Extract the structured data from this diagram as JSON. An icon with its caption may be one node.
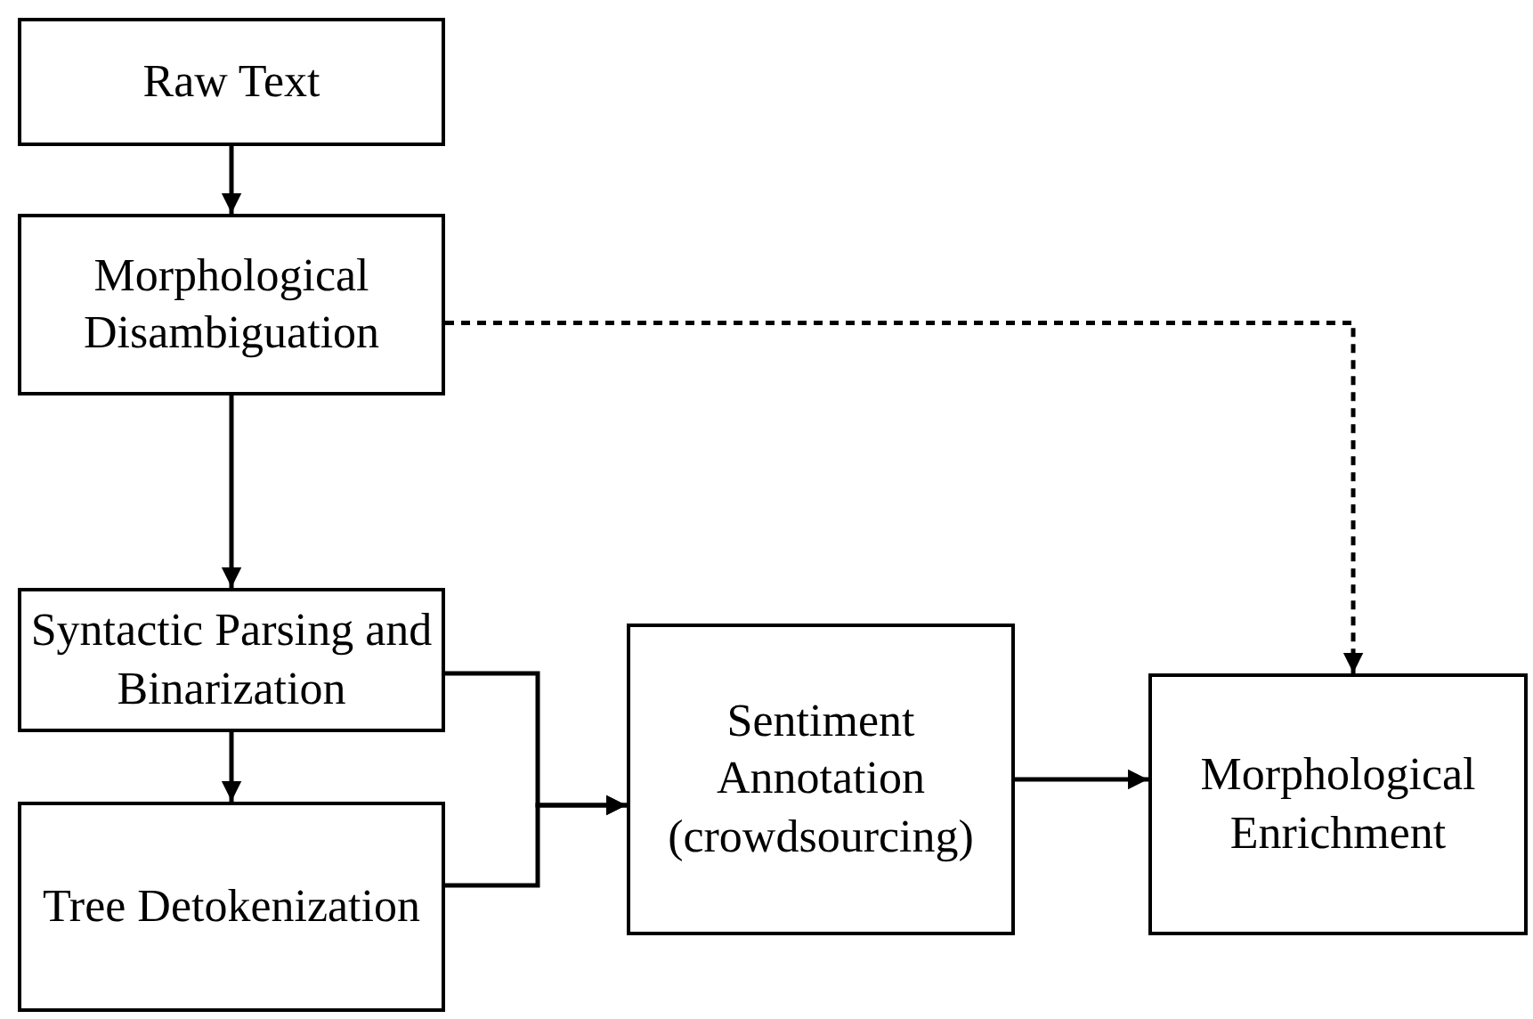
{
  "diagram": {
    "nodes": [
      {
        "text": [
          "Raw Text"
        ]
      },
      {
        "text": [
          "Morphological Disambiguation"
        ]
      },
      {
        "text": [
          "Syntactic Parsing and Binarization"
        ]
      },
      {
        "text": [
          "Tree Detokenization"
        ]
      },
      {
        "text": [
          "Sentiment Annotation (crowdsourcing)"
        ]
      },
      {
        "text": [
          "Morphological Enrichment"
        ]
      }
    ],
    "edges": [
      {
        "from": 0,
        "to": 1,
        "arrow": "to"
      },
      {
        "from": 1,
        "to": 2,
        "arrow": "to"
      },
      {
        "from": 2,
        "to": 3,
        "arrow": "to"
      },
      {
        "from": 2,
        "to": 4,
        "arrow": "to"
      },
      {
        "from": 3,
        "to": 4,
        "arrow": "to"
      },
      {
        "from": 4,
        "to": 5,
        "arrow": "to"
      },
      {
        "from": 1,
        "to": 5,
        "arrow": "to",
        "style": "dashed"
      }
    ]
  }
}
